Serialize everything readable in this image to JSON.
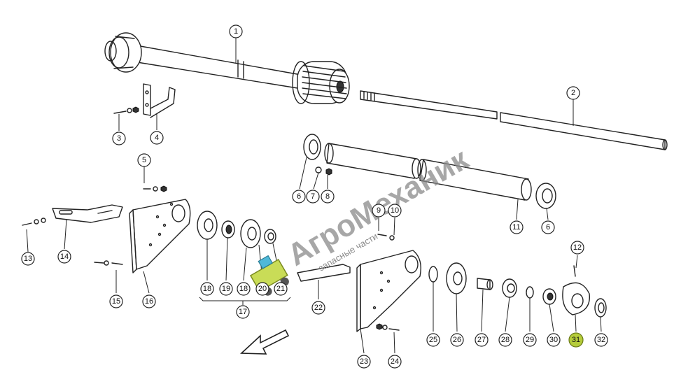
{
  "diagram": {
    "callouts": [
      {
        "label": "1"
      },
      {
        "label": "2"
      },
      {
        "label": "3"
      },
      {
        "label": "4"
      },
      {
        "label": "5"
      },
      {
        "label": "6"
      },
      {
        "label": "7"
      },
      {
        "label": "8"
      },
      {
        "label": "6"
      },
      {
        "label": "9"
      },
      {
        "label": "10"
      },
      {
        "label": "11"
      },
      {
        "label": "12"
      },
      {
        "label": "13"
      },
      {
        "label": "14"
      },
      {
        "label": "15"
      },
      {
        "label": "16"
      },
      {
        "label": "17"
      },
      {
        "label": "18"
      },
      {
        "label": "19"
      },
      {
        "label": "18"
      },
      {
        "label": "20"
      },
      {
        "label": "21"
      },
      {
        "label": "22"
      },
      {
        "label": "23"
      },
      {
        "label": "24"
      },
      {
        "label": "25"
      },
      {
        "label": "26"
      },
      {
        "label": "27"
      },
      {
        "label": "28"
      },
      {
        "label": "29"
      },
      {
        "label": "30"
      },
      {
        "label": "31",
        "highlighted": true
      },
      {
        "label": "32"
      }
    ],
    "highlight_color": "#b5cc3a"
  },
  "watermark": {
    "brand": "АгроМеханик",
    "tagline": "запасные части",
    "color": "#8a8a8a",
    "logo": "tractor-cart-icon"
  }
}
